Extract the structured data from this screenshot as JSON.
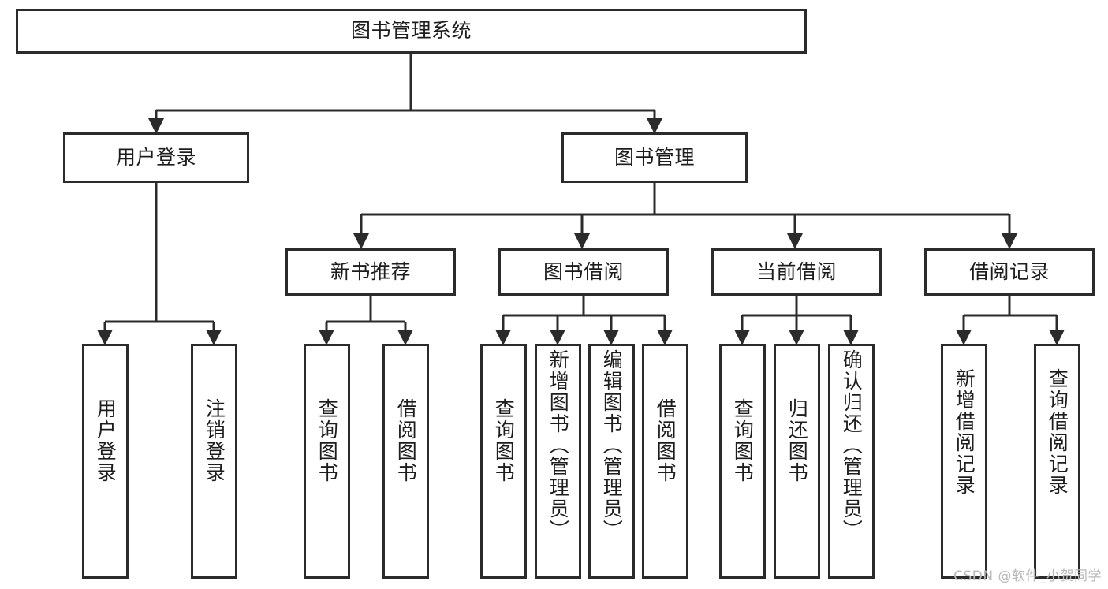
{
  "diagram": {
    "title": "图书管理系统",
    "watermark": "CSDN @软件_小贺同学",
    "line_color": "#2b2b2b",
    "text_color": "#1d1d1d",
    "background": "#ffffff",
    "root": {
      "label": "图书管理系统"
    },
    "level2": [
      {
        "label": "用户登录"
      },
      {
        "label": "图书管理"
      }
    ],
    "level3": [
      {
        "label": "新书推荐"
      },
      {
        "label": "图书借阅"
      },
      {
        "label": "当前借阅"
      },
      {
        "label": "借阅记录"
      }
    ],
    "leaves": {
      "user_login": [
        {
          "label": "用户登录"
        },
        {
          "label": "注销登录"
        }
      ],
      "new_book": [
        {
          "label": "查询图书"
        },
        {
          "label": "借阅图书"
        }
      ],
      "book_borrow": [
        {
          "label": "查询图书"
        },
        {
          "label": "新增图书（管理员）"
        },
        {
          "label": "编辑图书（管理员）"
        },
        {
          "label": "借阅图书"
        }
      ],
      "current_borrow": [
        {
          "label": "查询图书"
        },
        {
          "label": "归还图书"
        },
        {
          "label": "确认归还（管理员）"
        }
      ],
      "borrow_record": [
        {
          "label": "新增借阅记录"
        },
        {
          "label": "查询借阅记录"
        }
      ]
    }
  }
}
